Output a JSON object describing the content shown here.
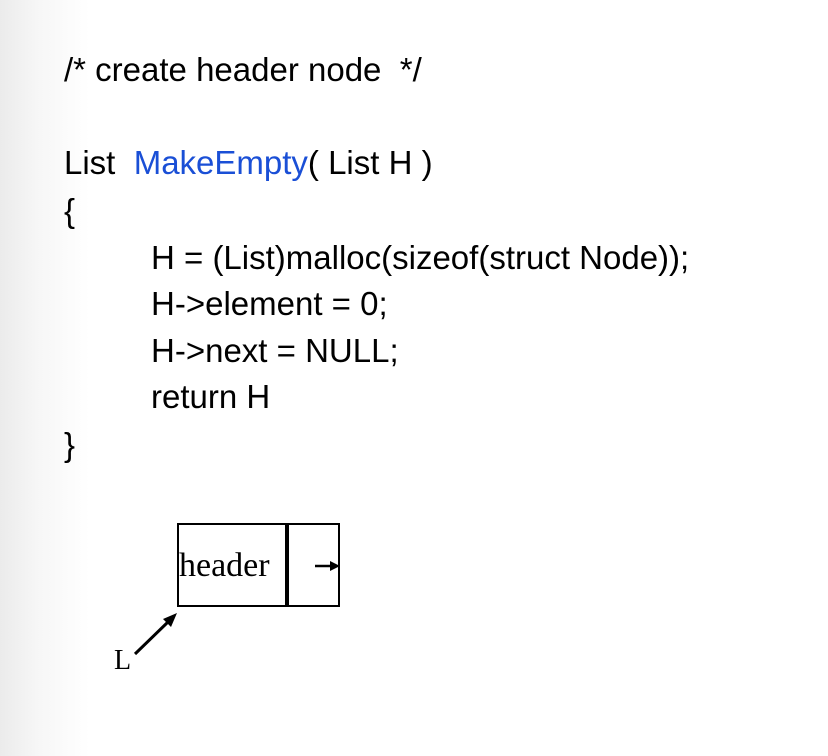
{
  "code": {
    "comment": "/* create header node  */",
    "signature_prefix": "List  ",
    "function_name": "MakeEmpty",
    "signature_suffix": "( List H )",
    "open_brace": "{",
    "body": [
      "H = (List)malloc(sizeof(struct Node));",
      "H->element = 0;",
      "H->next = NULL;",
      "return H"
    ],
    "close_brace": "}"
  },
  "diagram": {
    "node_label": "header",
    "pointer_label": "L"
  },
  "colors": {
    "function_name": "#1a4fd6",
    "text": "#000000"
  }
}
